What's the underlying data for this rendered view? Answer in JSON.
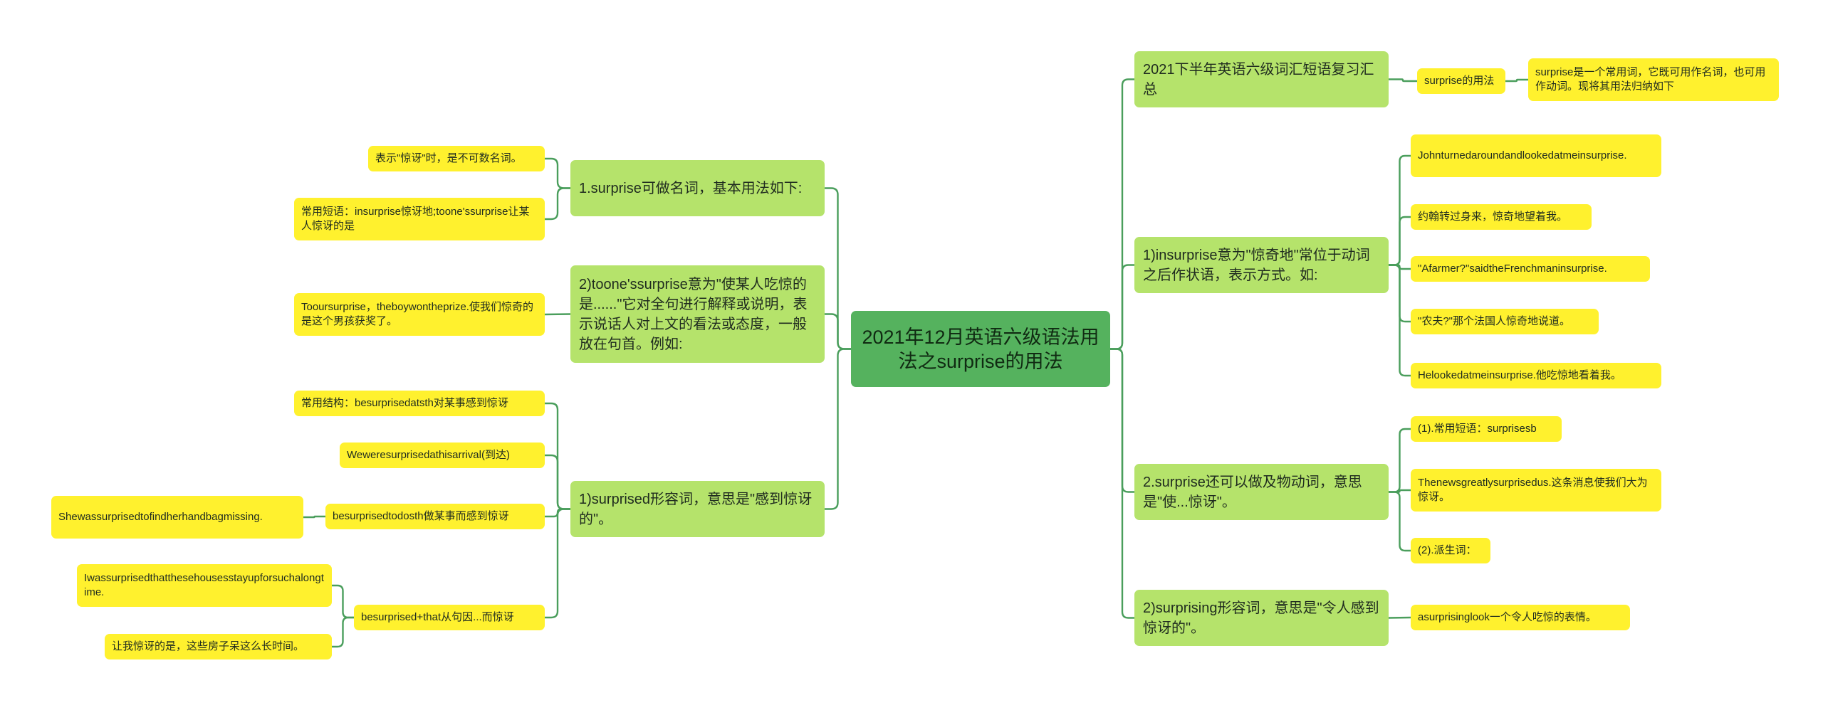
{
  "root": {
    "label": "2021年12月英语六级语法用法之surprise的用法"
  },
  "branches": [
    {
      "label": "2021下半年英语六级词汇短语复习汇总"
    },
    {
      "label": "surprise的用法"
    },
    {
      "label": "surprise是一个常用词，它既可用作名词，也可用作动词。现将其用法归纳如下"
    },
    {
      "label": "1)insurprise意为\"惊奇地\"常位于动词之后作状语，表示方式。如:"
    },
    {
      "label": "Johnturnedaroundandlookedatmeinsurprise."
    },
    {
      "label": "约翰转过身来，惊奇地望着我。"
    },
    {
      "label": "\"Afarmer?\"saidtheFrenchmaninsurprise."
    },
    {
      "label": "\"农夫?\"那个法国人惊奇地说道。"
    },
    {
      "label": "Helookedatmeinsurprise.他吃惊地看着我。"
    },
    {
      "label": "2.surprise还可以做及物动词，意思是\"使...惊讶\"。"
    },
    {
      "label": "(1).常用短语：surprisesb"
    },
    {
      "label": "Thenewsgreatlysurprisedus.这条消息使我们大为惊讶。"
    },
    {
      "label": "(2).派生词："
    },
    {
      "label": "2)surprising形容词，意思是\"令人感到惊讶的\"。"
    },
    {
      "label": "asurprisinglook一个令人吃惊的表情。"
    },
    {
      "label": "1.surprise可做名词，基本用法如下:"
    },
    {
      "label": "表示\"惊讶\"时，是不可数名词。"
    },
    {
      "label": "常用短语：insurprise惊讶地;toone'ssurprise让某人惊讶的是"
    },
    {
      "label": "2)toone'ssurprise意为\"使某人吃惊的是......\"它对全句进行解释或说明，表示说话人对上文的看法或态度，一般放在句首。例如:"
    },
    {
      "label": "Tooursurprise，theboywontheprize.使我们惊奇的是这个男孩获奖了。"
    },
    {
      "label": "1)surprised形容词，意思是\"感到惊讶的\"。"
    },
    {
      "label": "常用结构：besurprisedatsth对某事感到惊讶"
    },
    {
      "label": "Weweresurprisedathisarrival(到达)"
    },
    {
      "label": "besurprisedtodosth做某事而感到惊讶"
    },
    {
      "label": "Shewassurprisedtofindherhandbagmissing."
    },
    {
      "label": "besurprised+that从句因...而惊讶"
    },
    {
      "label": "Iwassurprisedthatthesehousesstayupforsuchalongtime."
    },
    {
      "label": "让我惊讶的是，这些房子呆这么长时间。"
    }
  ],
  "colors": {
    "root": "#55b25e",
    "level1": "#b5e36b",
    "level2": "#fff12e",
    "connector": "#4a9e5c"
  }
}
